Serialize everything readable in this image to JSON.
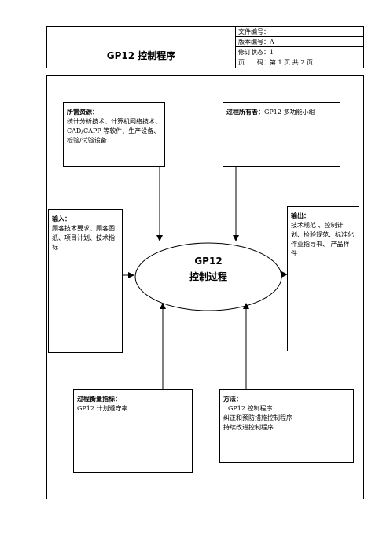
{
  "header": {
    "title": "GP12 控制程序",
    "doc_no": "文件编号：",
    "version": "版本编号：A",
    "revision": "修订状态：1",
    "page": "页　　码：第 1 页 共 2 页"
  },
  "boxes": {
    "resources": {
      "title": "所需资源：",
      "body": "统计分析技术、计算机网络技术、CAD/CAPP 等软件、生产设备、检验/试验设备"
    },
    "owner": {
      "title": "过程所有者：",
      "body": "GP12 多功能小组"
    },
    "input": {
      "title": "输入：",
      "body": "顾客技术要求、顾客图纸、项目计划、技术指标"
    },
    "output": {
      "title": "输出：",
      "body": "技术规范 、控制计划、检验规范、标准化作业指导书、 产品样件"
    },
    "metric": {
      "title": "过程衡量指标：",
      "body": "GP12 计划遵守率"
    },
    "method": {
      "title": "方法：",
      "line1": "GP12 控制程序",
      "line2": "纠正和预防措施控制程序",
      "line3": "持续改进控制程序"
    }
  },
  "center": {
    "line1": "GP12",
    "line2": "控制过程"
  }
}
